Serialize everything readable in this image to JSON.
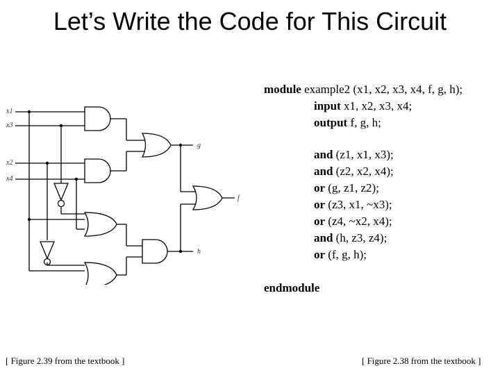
{
  "slide": {
    "title": "Let’s Write the Code for This Circuit"
  },
  "circuit": {
    "inputs": [
      "x1",
      "x3",
      "x2",
      "x4"
    ],
    "outputs": [
      "g",
      "f",
      "h"
    ]
  },
  "code": {
    "line1_kw": "module",
    "line1_rest": " example2 (x1, x2, x3, x4, f, g, h);",
    "line2_kw": "input",
    "line2_rest": " x1, x2, x3, x4;",
    "line3_kw": "output",
    "line3_rest": " f, g, h;",
    "line4_kw": "and",
    "line4_rest": " (z1, x1, x3);",
    "line5_kw": "and",
    "line5_rest": " (z2, x2, x4);",
    "line6_kw": "or",
    "line6_rest": " (g, z1, z2);",
    "line7_kw": "or",
    "line7_rest": " (z3, x1, ~x3);",
    "line8_kw": "or",
    "line8_rest": " (z4, ~x2, x4);",
    "line9_kw": "and",
    "line9_rest": " (h, z3, z4);",
    "line10_kw": "or",
    "line10_rest": " (f, g, h);",
    "line11_kw": "endmodule"
  },
  "captions": {
    "left": "[ Figure 2.39 from the textbook ]",
    "right": "[ Figure 2.38 from the textbook ]"
  }
}
